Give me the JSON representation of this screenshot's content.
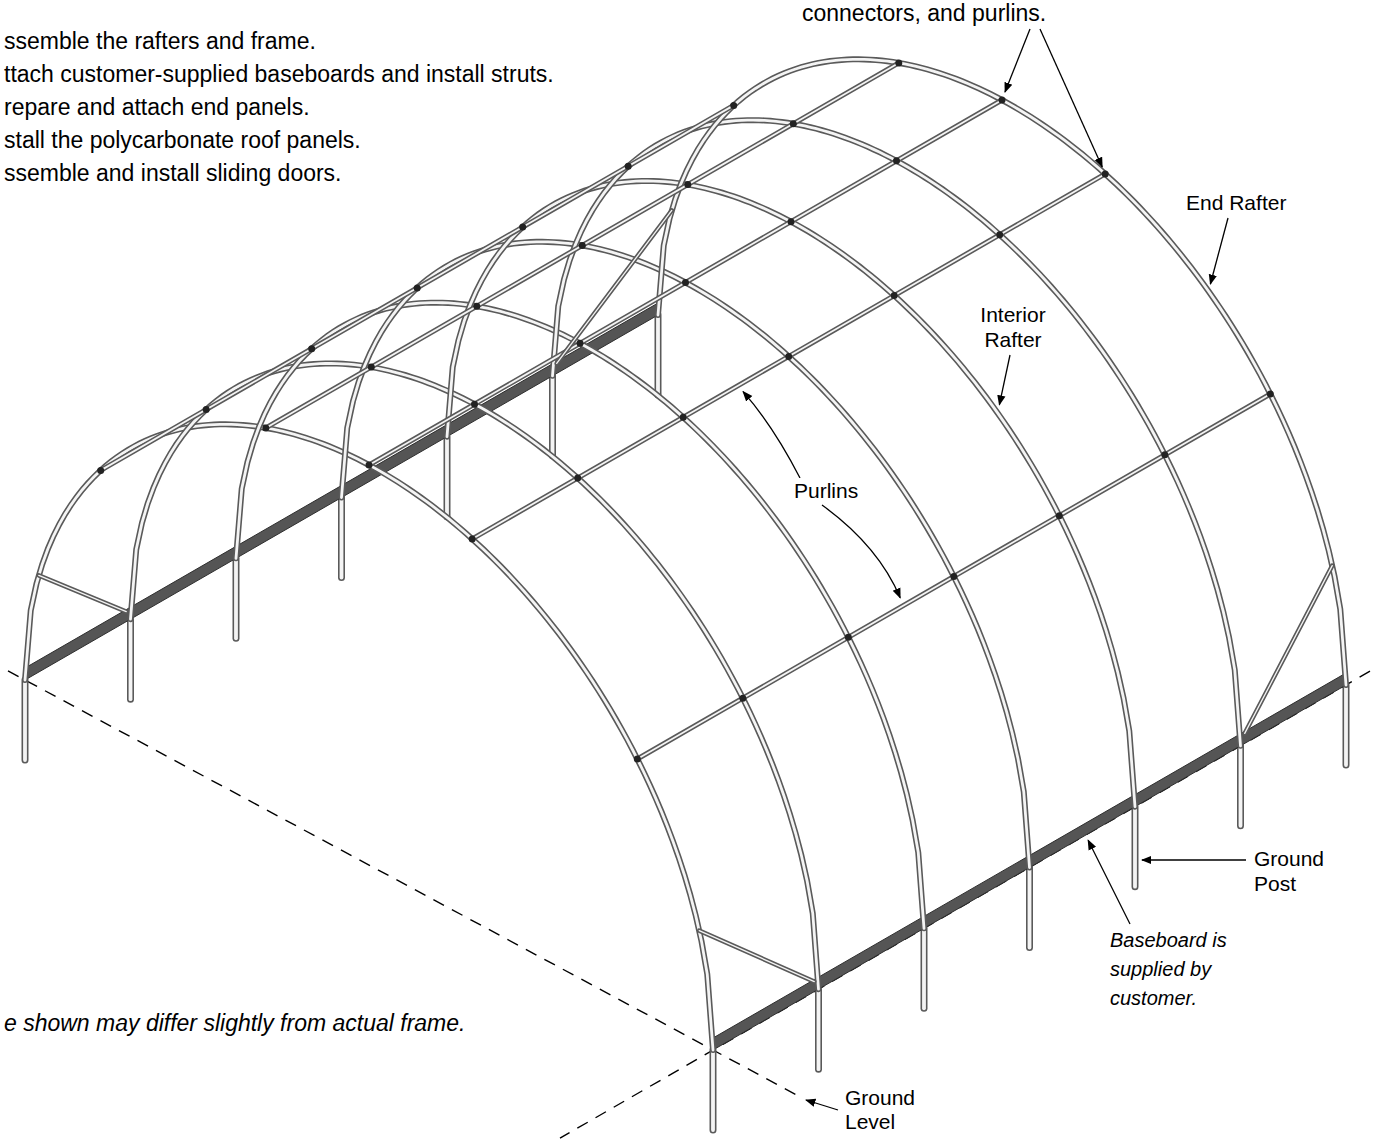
{
  "diagram": {
    "labels": [
      "ssemble the rafters and frame.",
      "ttach customer-supplied baseboards and install struts.",
      "repare and attach end panels.",
      "stall the polycarbonate roof panels.",
      "ssemble and install sliding doors.",
      "connectors, and purlins.",
      "End Rafter",
      "Interior Rafter",
      "Purlins",
      "Ground Post",
      "Baseboard is supplied by customer.",
      "Ground Level",
      "e shown may differ slightly from actual frame."
    ]
  }
}
